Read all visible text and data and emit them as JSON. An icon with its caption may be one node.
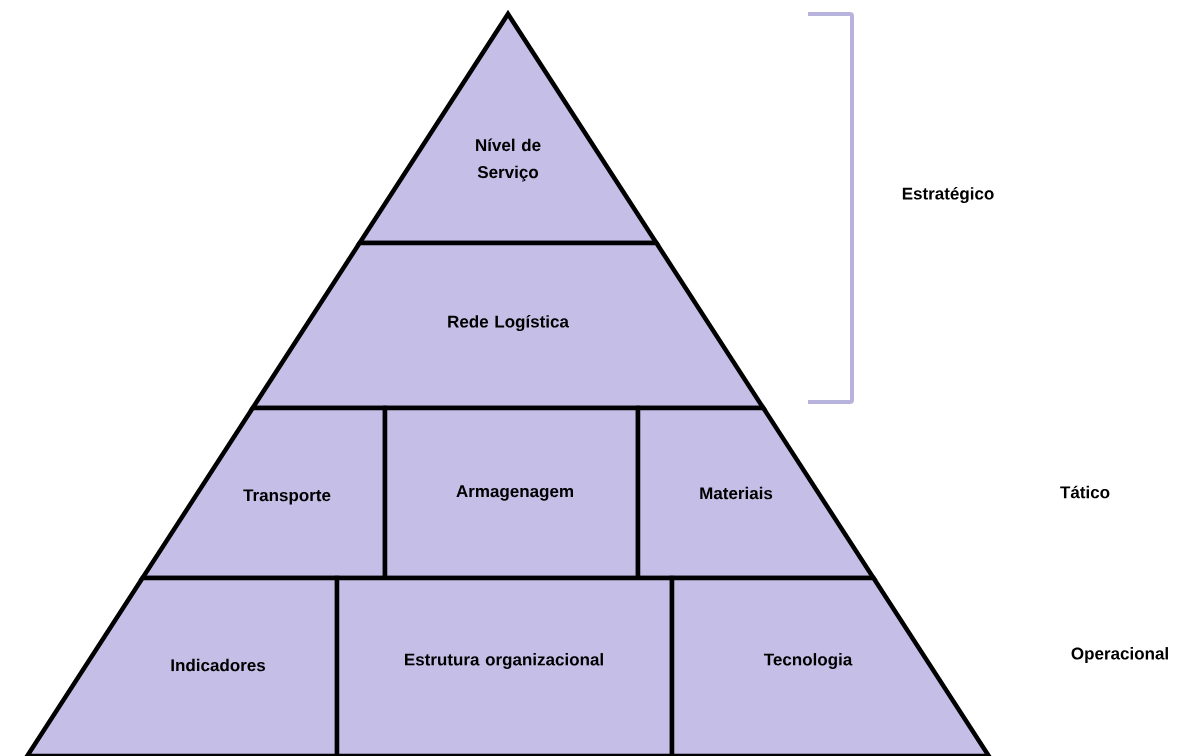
{
  "diagram": {
    "nodes": [
      {
        "text": [
          "Nível de Serviço"
        ]
      },
      {
        "text": [
          "Rede Logística"
        ]
      },
      {
        "text": [
          "Transporte"
        ]
      },
      {
        "text": [
          "Armagenagem"
        ]
      },
      {
        "text": [
          "Materiais"
        ]
      },
      {
        "text": [
          "Indicadores"
        ]
      },
      {
        "text": [
          "Estrutura organizacional"
        ]
      },
      {
        "text": [
          "Tecnologia"
        ]
      }
    ],
    "labels": [
      "Estratégico",
      "Tático",
      "Operacional"
    ]
  }
}
